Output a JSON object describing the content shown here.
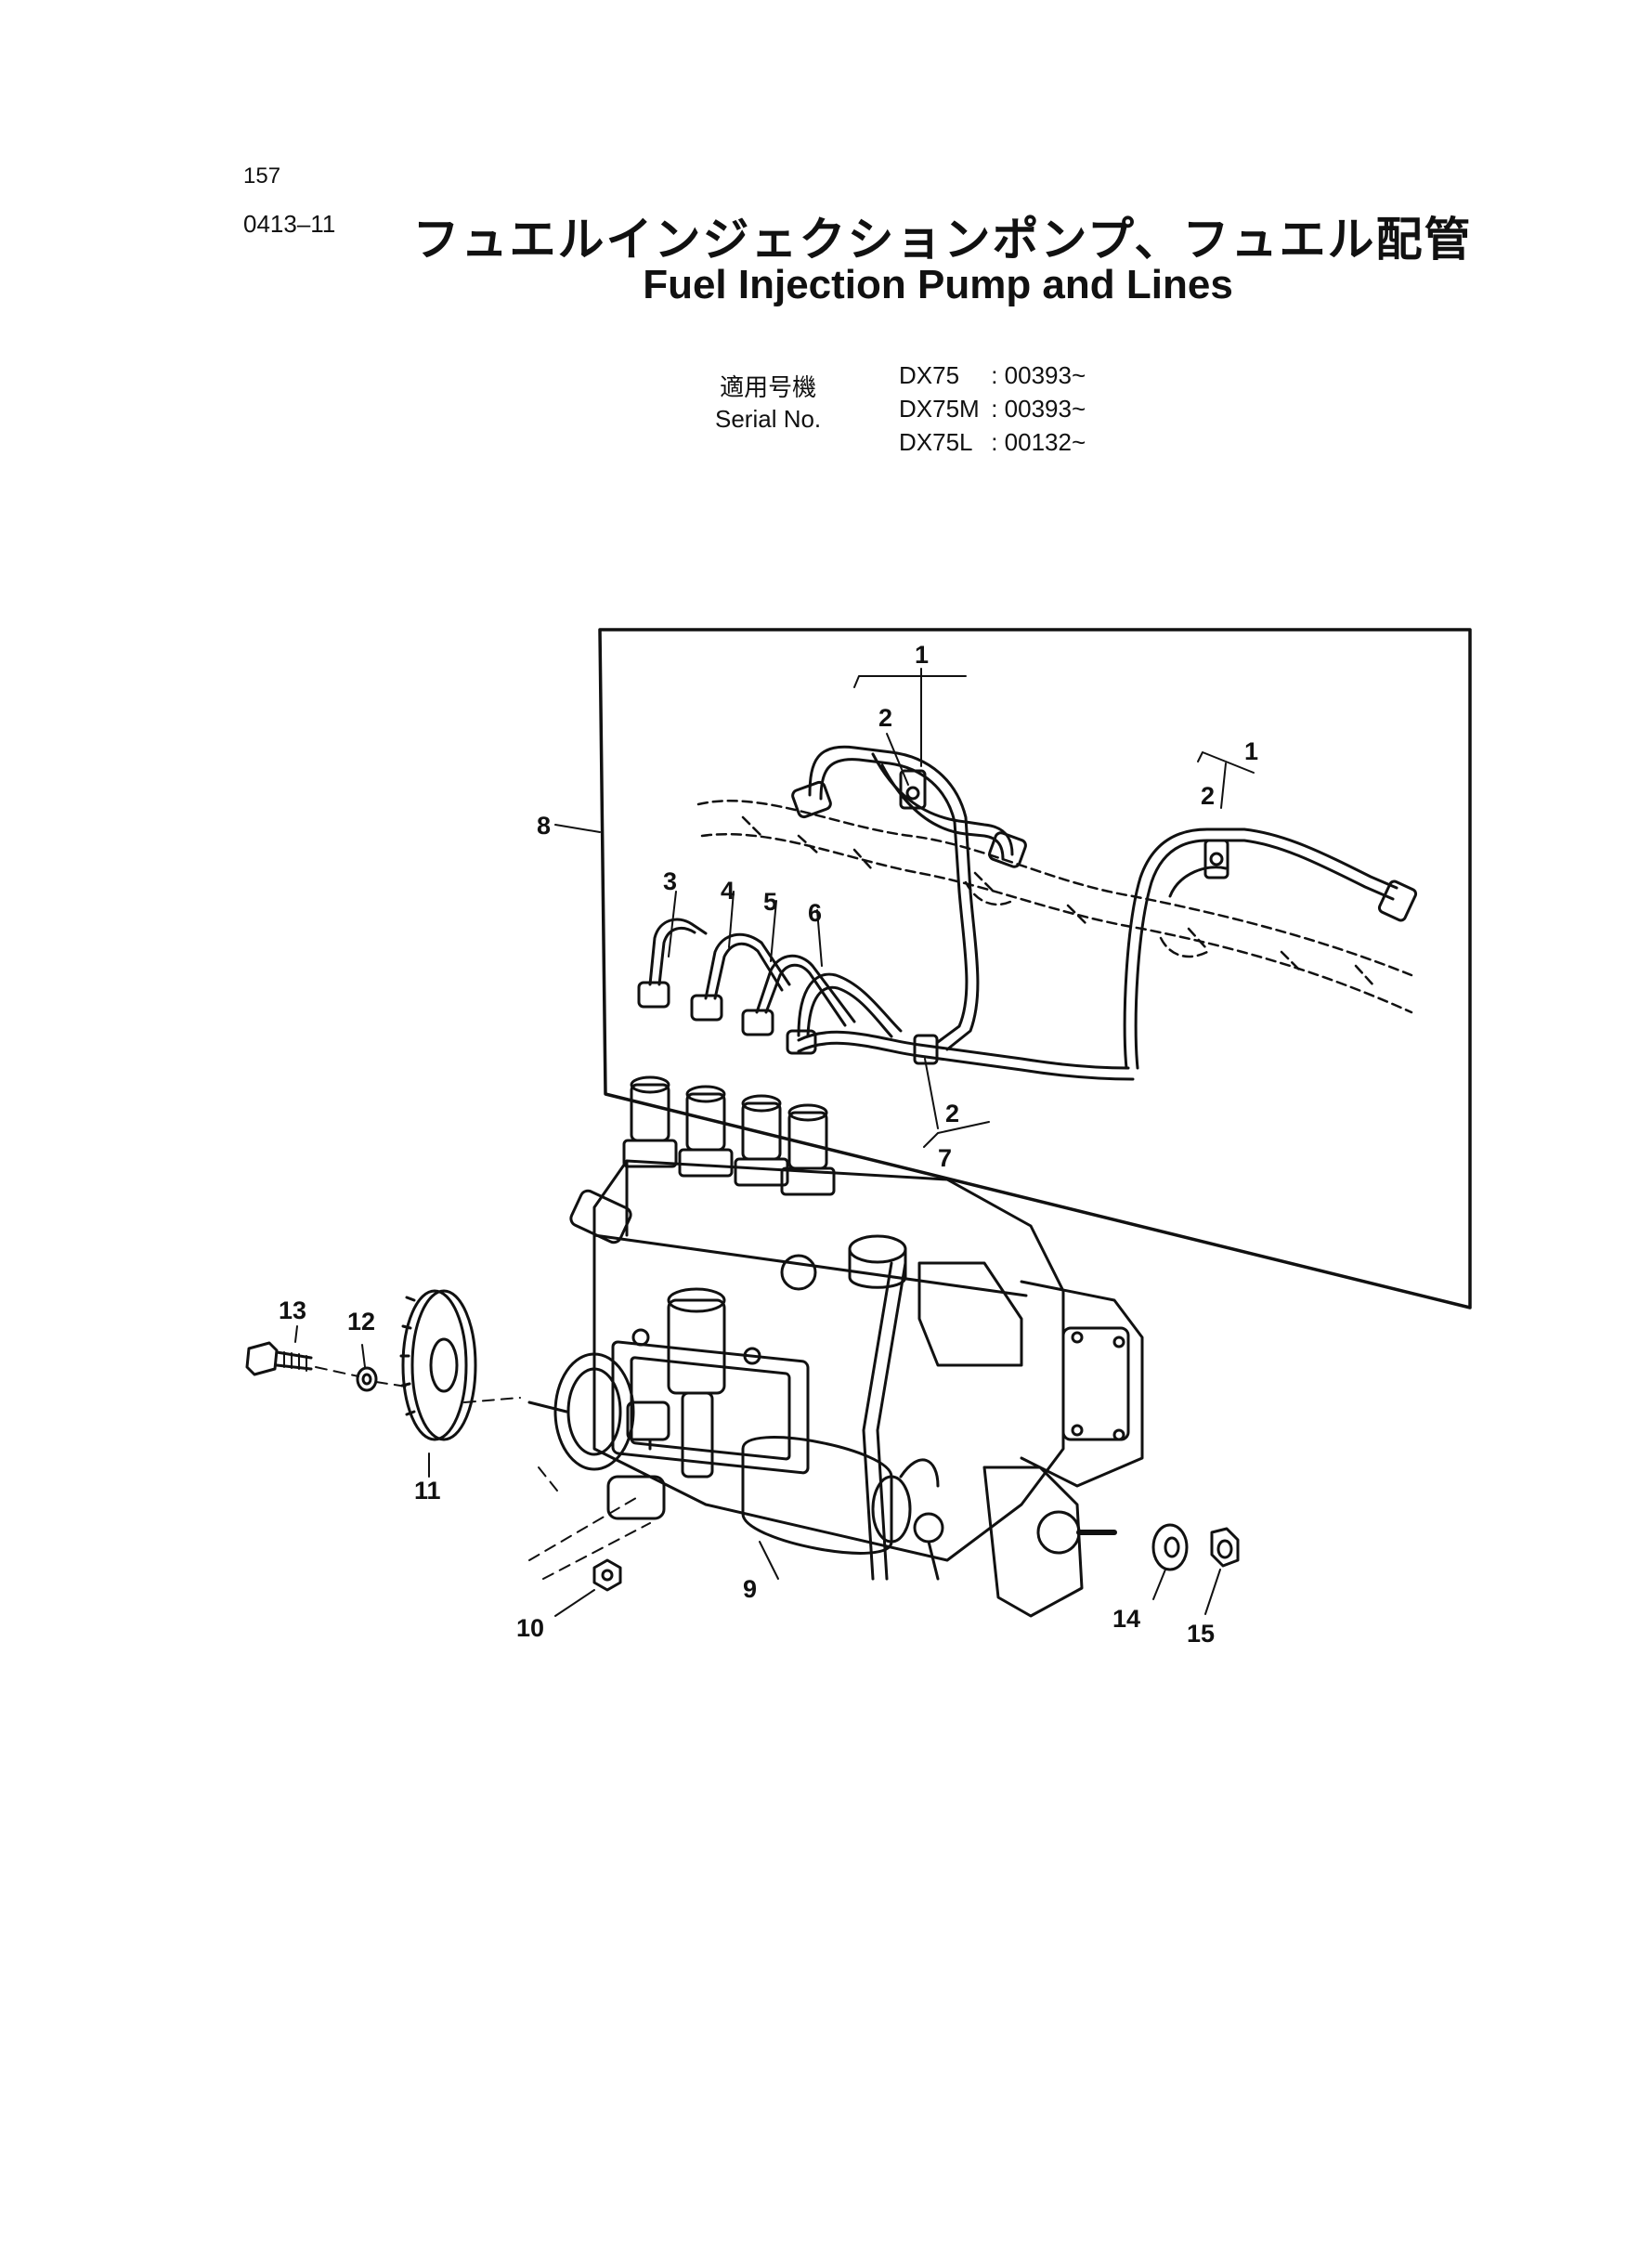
{
  "page": {
    "number": "157",
    "section_code": "0413–11",
    "title_jp": "フュエルインジェクションポンプ、フュエル配管",
    "title_en": "Fuel Injection Pump and Lines"
  },
  "serial": {
    "label_jp": "適用号機",
    "label_en": "Serial No.",
    "models": [
      {
        "model": "DX75",
        "sep": " : ",
        "range": "00393~"
      },
      {
        "model": "DX75M",
        "sep": " : ",
        "range": "00393~"
      },
      {
        "model": "DX75L",
        "sep": " : ",
        "range": "00132~"
      }
    ]
  },
  "callouts": {
    "c1a": "1",
    "c2a": "2",
    "c1b": "1",
    "c2b": "2",
    "c8": "8",
    "c3": "3",
    "c4": "4",
    "c5": "5",
    "c6": "6",
    "c2c": "2",
    "c7": "7",
    "c13": "13",
    "c12": "12",
    "c11": "11",
    "c9": "9",
    "c10": "10",
    "c14": "14",
    "c15": "15"
  }
}
